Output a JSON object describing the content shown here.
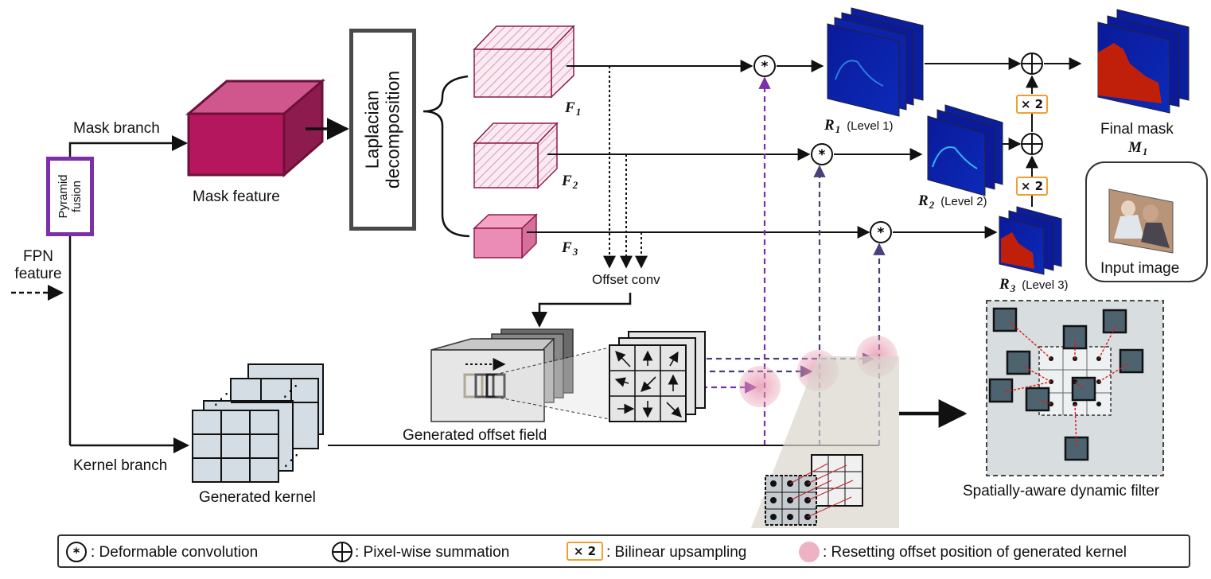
{
  "labels": {
    "mask_branch": "Mask branch",
    "mask_feature": "Mask feature",
    "pyramid_fusion": "Pyramid fusion",
    "fpn_feature": "FPN feature",
    "laplacian": "Laplacian decomposition",
    "kernel_branch": "Kernel branch",
    "generated_kernel": "Generated kernel",
    "offset_conv": "Offset conv",
    "generated_offset_field": "Generated offset field",
    "final_mask": "Final mask",
    "input_image": "Input image",
    "spatially_aware_filter": "Spatially-aware dynamic filter"
  },
  "features": {
    "f1": "F",
    "f1_sub": "1",
    "f2": "F",
    "f2_sub": "2",
    "f3": "F",
    "f3_sub": "3",
    "r1": "R",
    "r1_sub": "1",
    "r1_level": "(Level 1)",
    "r2": "R",
    "r2_sub": "2",
    "r2_level": "(Level 2)",
    "r3": "R",
    "r3_sub": "3",
    "r3_level": "(Level 3)",
    "m1": "M",
    "m1_sub": "1"
  },
  "ops": {
    "upsample": "× 2"
  },
  "legend": {
    "deform": ": Deformable convolution",
    "sum": ": Pixel-wise summation",
    "upsample_sym": "× 2",
    "upsample": ": Bilinear upsampling",
    "reset": ": Resetting offset position of generated kernel"
  },
  "colors": {
    "mask_cube": "#b5175e",
    "purple": "#7b2fa8",
    "dark_purple": "#4a3f7a",
    "orange": "#f0a030",
    "pink_blob": "#e8a0b4",
    "teal_cell": "#4d6470",
    "kernel_grid": "#d3dde3",
    "heatmap_blue": "#0a1a9a",
    "heatmap_red": "#c0200a"
  }
}
